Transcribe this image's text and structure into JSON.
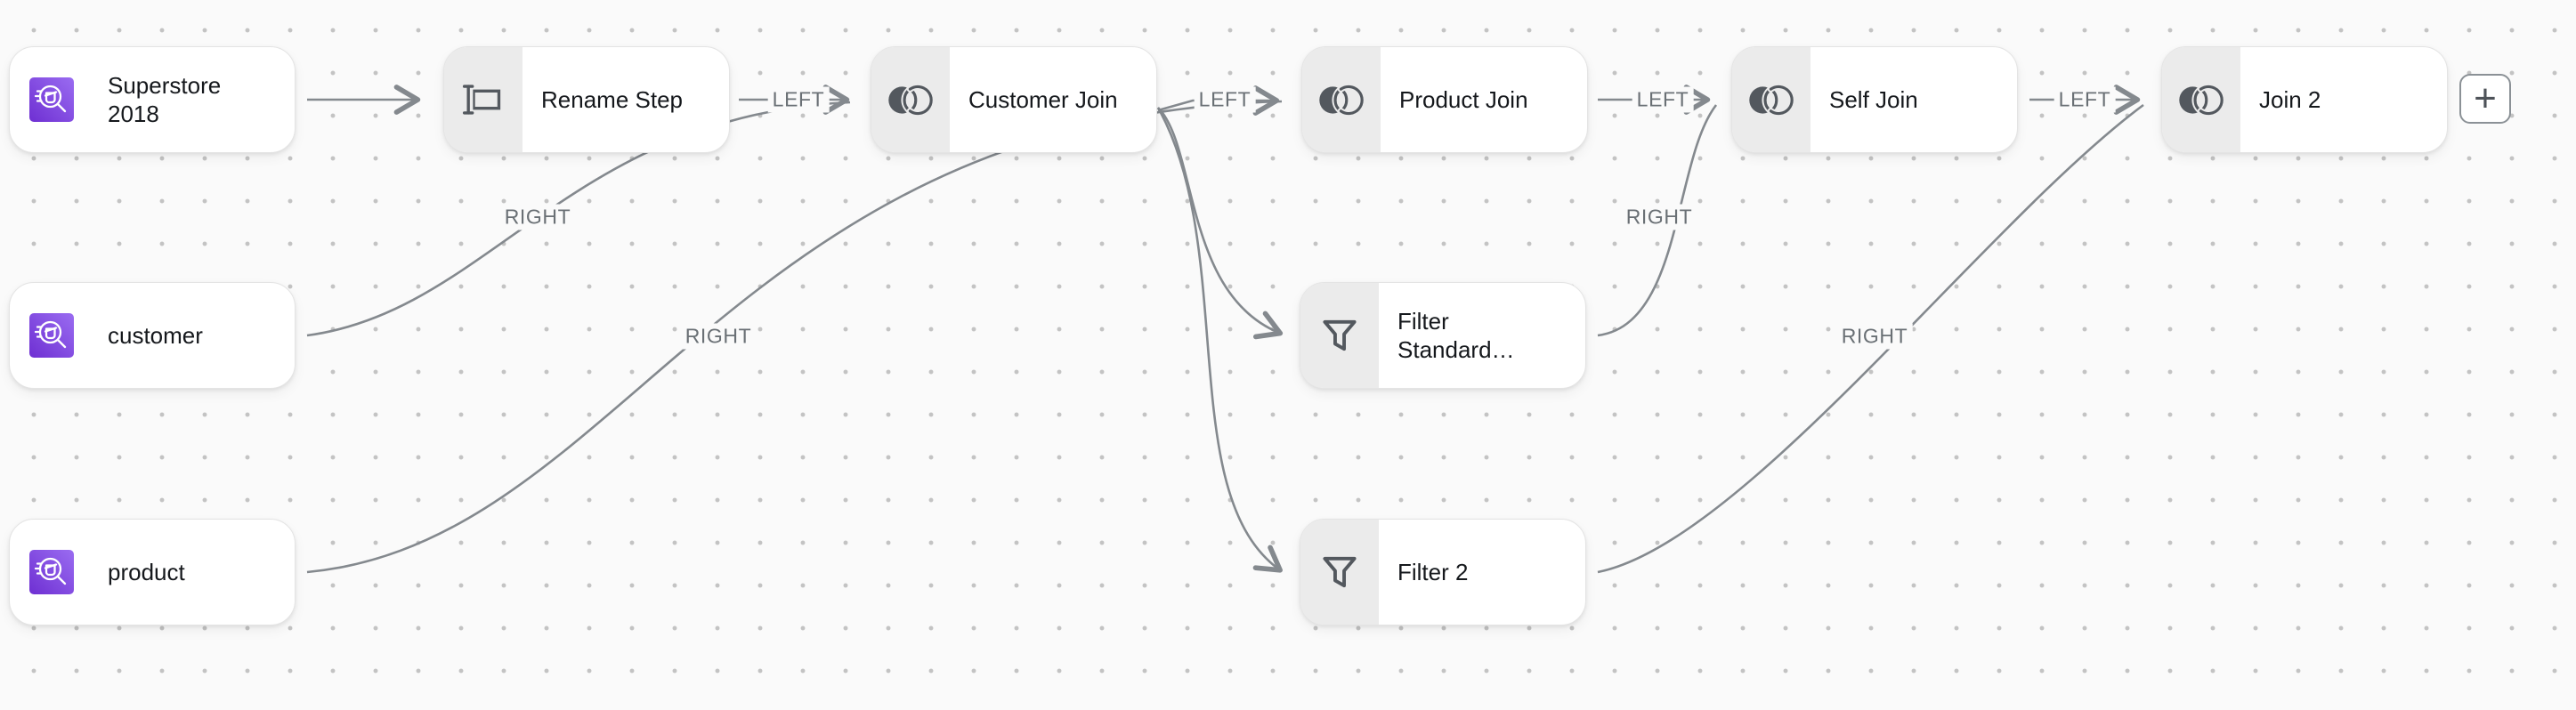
{
  "flow": {
    "nodes": [
      {
        "id": "superstore-2018",
        "label": "Superstore 2018",
        "type": "dataset",
        "icon": "dataset-search-icon"
      },
      {
        "id": "customer",
        "label": "customer",
        "type": "dataset",
        "icon": "dataset-search-icon"
      },
      {
        "id": "product",
        "label": "product",
        "type": "dataset",
        "icon": "dataset-search-icon"
      },
      {
        "id": "rename-step",
        "label": "Rename Step",
        "type": "transform",
        "icon": "rename-icon"
      },
      {
        "id": "customer-join",
        "label": "Customer Join",
        "type": "join",
        "icon": "join-venn-icon"
      },
      {
        "id": "product-join",
        "label": "Product Join",
        "type": "join",
        "icon": "join-venn-icon"
      },
      {
        "id": "self-join",
        "label": "Self Join",
        "type": "join",
        "icon": "join-venn-icon"
      },
      {
        "id": "join-2",
        "label": "Join 2",
        "type": "join",
        "icon": "join-venn-icon"
      },
      {
        "id": "filter-standard",
        "label": "Filter Standard…",
        "type": "filter",
        "icon": "filter-funnel-icon"
      },
      {
        "id": "filter-2",
        "label": "Filter 2",
        "type": "filter",
        "icon": "filter-funnel-icon"
      }
    ],
    "edges": [
      {
        "from": "Superstore 2018",
        "to": "Rename Step",
        "label": ""
      },
      {
        "from": "Rename Step",
        "to": "Customer Join",
        "label": "LEFT"
      },
      {
        "from": "customer",
        "to": "Customer Join",
        "label": "RIGHT"
      },
      {
        "from": "Customer Join",
        "to": "Product Join",
        "label": "LEFT"
      },
      {
        "from": "product",
        "to": "Product Join",
        "label": "RIGHT"
      },
      {
        "from": "Customer Join",
        "to": "Filter Standard…",
        "label": ""
      },
      {
        "from": "Customer Join",
        "to": "Filter 2",
        "label": ""
      },
      {
        "from": "Product Join",
        "to": "Self Join",
        "label": "LEFT"
      },
      {
        "from": "Filter Standard…",
        "to": "Self Join",
        "label": "RIGHT"
      },
      {
        "from": "Self Join",
        "to": "Join 2",
        "label": "LEFT"
      },
      {
        "from": "Filter 2",
        "to": "Join 2",
        "label": "RIGHT"
      }
    ],
    "add_button": {
      "label": "+"
    },
    "colors": {
      "canvas_bg": "#fafafa",
      "dot": "#c3c3c3",
      "node_bg": "#ffffff",
      "node_border": "#e4e4e4",
      "icon_section_bg": "#ebebeb",
      "icon_gray": "#53585e",
      "edge": "#84898e",
      "edge_label_text": "#6a7075",
      "title_text": "#15181c",
      "dataset_purple_light": "#9a6cf1",
      "dataset_purple_dark": "#6e2fd2"
    }
  }
}
